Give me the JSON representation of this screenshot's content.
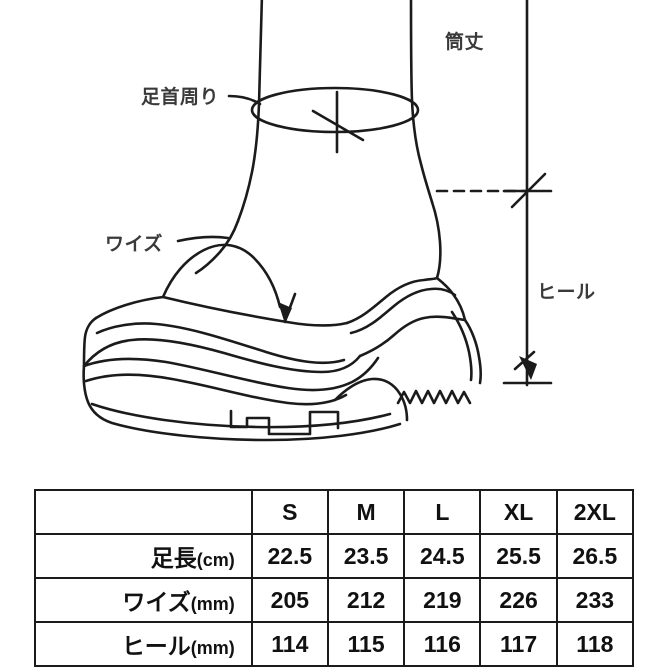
{
  "diagram": {
    "labels": {
      "ankle_circumference": "足首周り",
      "shaft_height": "筒丈",
      "width": "ワイズ",
      "heel": "ヒール"
    },
    "illustration_name": "chunky-sneaker-side-view"
  },
  "table": {
    "corner_label": "",
    "size_headers": [
      "S",
      "M",
      "L",
      "XL",
      "2XL"
    ],
    "rows": [
      {
        "label": "足長",
        "unit": "(cm)",
        "values": [
          "22.5",
          "23.5",
          "24.5",
          "25.5",
          "26.5"
        ]
      },
      {
        "label": "ワイズ",
        "unit": "(mm)",
        "values": [
          "205",
          "212",
          "219",
          "226",
          "233"
        ]
      },
      {
        "label": "ヒール",
        "unit": "(mm)",
        "values": [
          "114",
          "115",
          "116",
          "117",
          "118"
        ]
      }
    ]
  },
  "colors": {
    "background": "#ffffff",
    "line": "#1b1b1b",
    "label_text": "#3a3a3a",
    "table_text": "#111111"
  }
}
